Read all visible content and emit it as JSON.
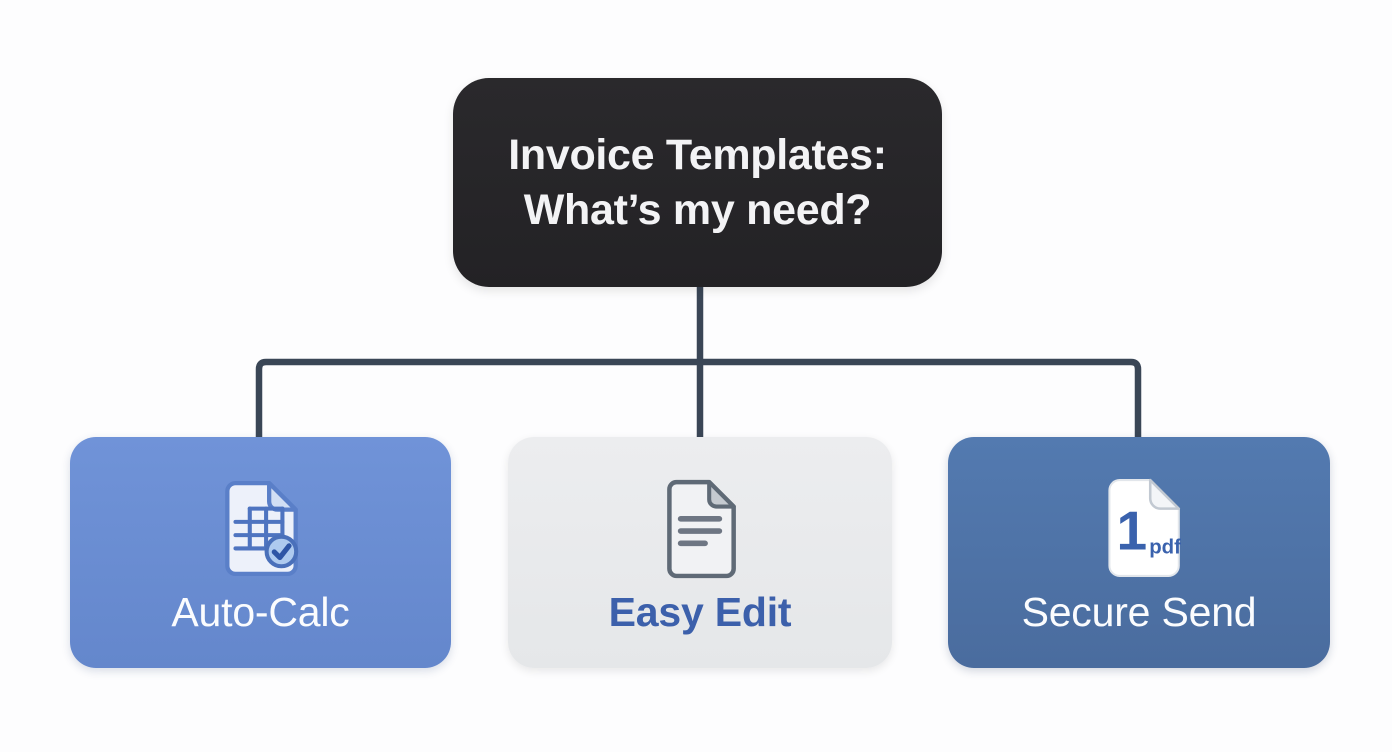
{
  "diagram": {
    "type": "flowchart",
    "background_color": "#fdfdfe",
    "connector_color": "#3a4656",
    "root": {
      "line1": "Invoice Templates:",
      "line2": "What’s my need?",
      "bg_color": "#252427",
      "text_color": "#f3f3f5"
    },
    "children": [
      {
        "label": "Auto-Calc",
        "icon": "spreadsheet-check-document-icon",
        "bg_color": "#6b8ed3",
        "label_color": "#ffffff"
      },
      {
        "label": "Easy Edit",
        "icon": "text-document-icon",
        "bg_color": "#e9eaec",
        "label_color": "#3c60ab"
      },
      {
        "label": "Secure Send",
        "icon": "pdf-document-icon",
        "bg_color": "#4f72a5",
        "label_color": "#ffffff",
        "icon_text": {
          "number": "1",
          "ext": "pdf"
        }
      }
    ]
  }
}
